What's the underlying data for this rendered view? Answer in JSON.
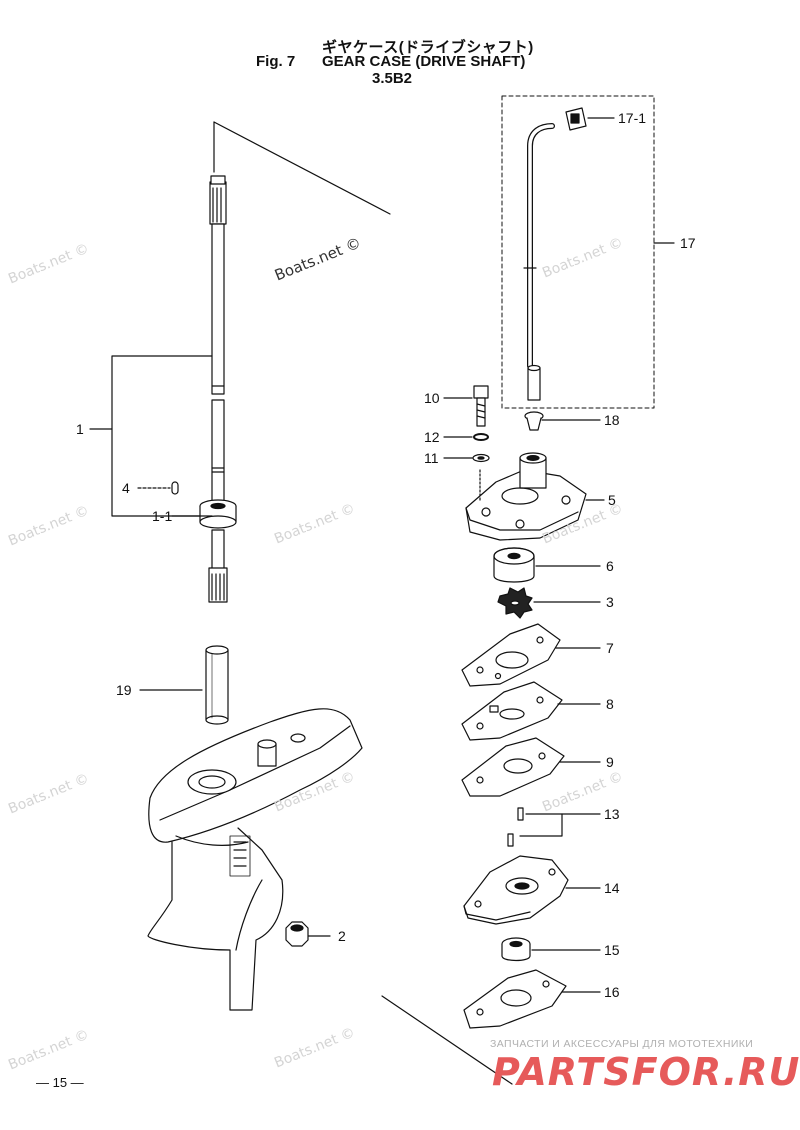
{
  "header": {
    "title_jp": "ギヤケース(ドライブシャフト)",
    "fig_label": "Fig. 7",
    "title": "GEAR CASE (DRIVE SHAFT)",
    "model": "3.5B2"
  },
  "callouts": {
    "c1": "1",
    "c1_1": "1-1",
    "c2": "2",
    "c3": "3",
    "c4": "4",
    "c5": "5",
    "c6": "6",
    "c7": "7",
    "c8": "8",
    "c9": "9",
    "c10": "10",
    "c11": "11",
    "c12": "12",
    "c13": "13",
    "c14": "14",
    "c15": "15",
    "c16": "16",
    "c17": "17",
    "c17_1": "17-1",
    "c18": "18",
    "c19": "19"
  },
  "watermarks": {
    "boats": "Boats.net ©",
    "shop_tagline": "ЗАПЧАСТИ И АКСЕССУАРЫ ДЛЯ МОТОТЕХНИКИ",
    "shop_name": "PARTSFOR.RU"
  },
  "footer": {
    "page_number": "— 15 —"
  }
}
